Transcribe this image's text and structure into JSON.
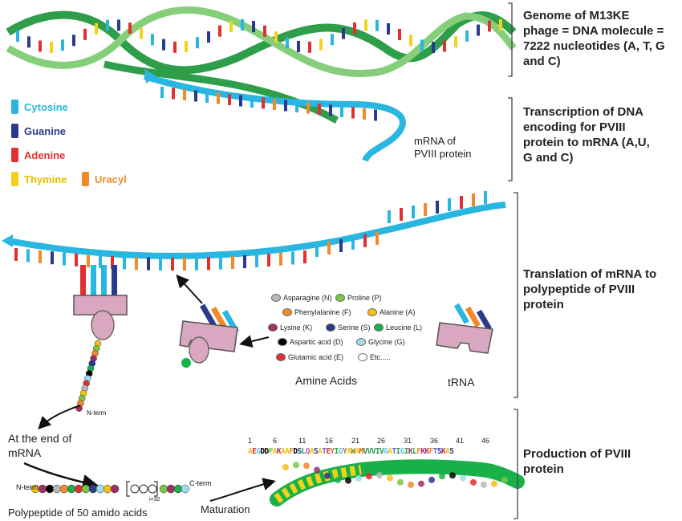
{
  "steps": {
    "genome": "Genome of M13KE\nphage = DNA molecule =\n7222 nucleotides (A, T, G\nand C)",
    "transcription": "Transcription of DNA\nencoding for PVIII\nprotein to mRNA (A,U,\nG and C)",
    "translation": "Translation of mRNA to\npolypeptide of PVIII\nprotein",
    "production": "Production of PVIII\nprotein"
  },
  "nucleotide_legend": [
    {
      "label": "Cytosine",
      "color": "#29b6e0"
    },
    {
      "label": "Guanine",
      "color": "#2a3a8c"
    },
    {
      "label": "Adenine",
      "color": "#e03030"
    },
    {
      "label": "Thymine",
      "color": "#f2d21a"
    },
    {
      "label": "Uracyl",
      "color": "#f08a2a"
    }
  ],
  "mrna_label": "mRNA of\nPVIII protein",
  "amino_acids": [
    {
      "label": "Asparagine (N)",
      "color": "#b8b8b8"
    },
    {
      "label": "Proline (P)",
      "color": "#7ac943"
    },
    {
      "label": "Phenylalanine (F)",
      "color": "#f08a2a"
    },
    {
      "label": "Alanine (A)",
      "color": "#f2c11a"
    },
    {
      "label": "Lysine (K)",
      "color": "#a0306a"
    },
    {
      "label": "Serine (S)",
      "color": "#2a3a8c"
    },
    {
      "label": "Leucine (L)",
      "color": "#19b04a"
    },
    {
      "label": "Aspartic acid (D)",
      "color": "#000000"
    },
    {
      "label": "Glycine (G)",
      "color": "#9fdcf0"
    },
    {
      "label": "Glutamic acid (E)",
      "color": "#e03030"
    },
    {
      "label": "Etc.....",
      "color": "#ffffff"
    }
  ],
  "labels": {
    "amine_acids": "Amine Acids",
    "trna": "tRNA",
    "n_term_1": "N-term",
    "end_of_mrna": "At the end of\nmRNA",
    "n_term_2": "N-term",
    "c_term": "C-term",
    "i32": "i=32",
    "polypeptide": "Polypeptide of 50 amido acids",
    "maturation": "Maturation"
  },
  "sequence": {
    "numbers": [
      "1",
      "6",
      "11",
      "16",
      "21",
      "26",
      "31",
      "36",
      "41",
      "46"
    ],
    "residues": "AEGDDPAKAAFDSLQASATEYIGYAWAMVVVIVGATIGIKLFKKFTSKAS"
  }
}
